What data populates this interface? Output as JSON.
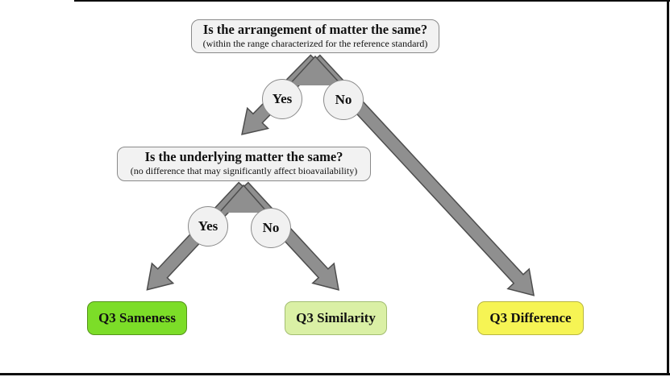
{
  "figure": {
    "question1": {
      "title": "Is the arrangement of matter the same?",
      "subtitle": "(within the range characterized for the reference standard)"
    },
    "question2": {
      "title": "Is the underlying matter the same?",
      "subtitle": "(no difference that may significantly affect bioavailability)"
    },
    "branch1": {
      "yes": "Yes",
      "no": "No"
    },
    "branch2": {
      "yes": "Yes",
      "no": "No"
    },
    "outcomes": [
      {
        "label": "Q3 Sameness",
        "fill": "#7cdd28",
        "border": "#55941c"
      },
      {
        "label": "Q3 Similarity",
        "fill": "#daf0a5",
        "border": "#a3bd72"
      },
      {
        "label": "Q3 Difference",
        "fill": "#f6f454",
        "border": "#b9b642"
      }
    ],
    "colors": {
      "arrow_fill": "#8f8f8f",
      "arrow_outline": "#4d4d4d",
      "question_box_fill": "#f2f2f2",
      "question_box_border": "#8a8a8a",
      "frame": "#0d0d0d"
    }
  }
}
